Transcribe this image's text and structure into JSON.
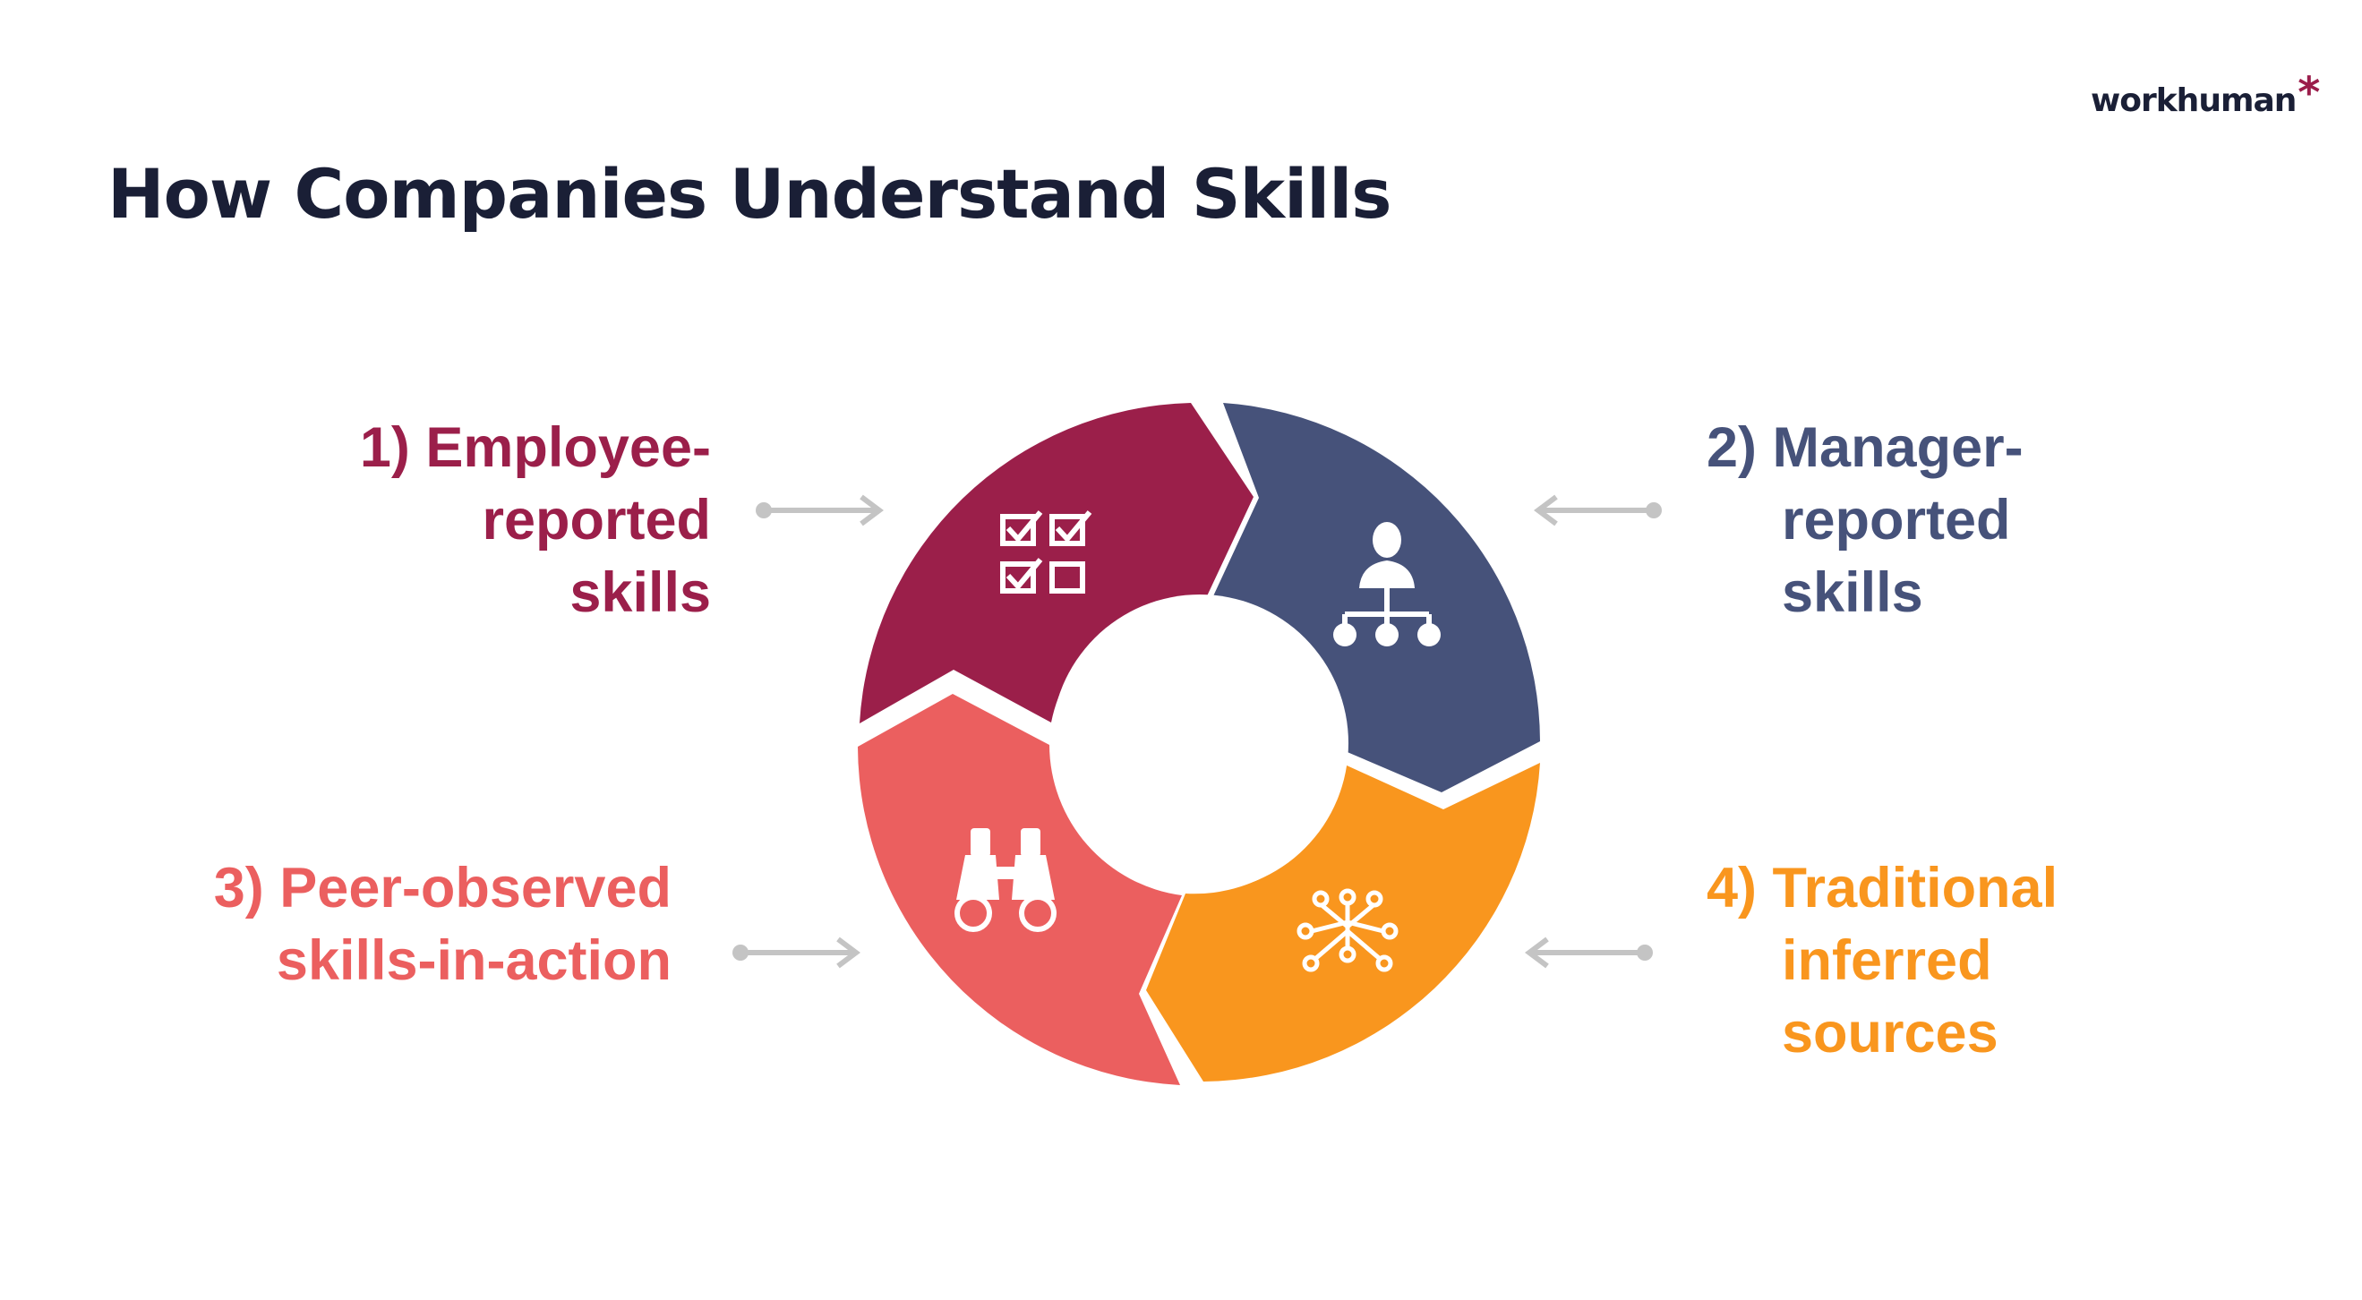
{
  "brand": {
    "logo_text": "workhuman",
    "logo_mark": "*",
    "accent": "#9b1d4b"
  },
  "title": "How Companies Understand Skills",
  "segments": [
    {
      "number": "1)",
      "lines": [
        "Employee-",
        "reported",
        "skills"
      ],
      "color": "#9b1f4a",
      "icon": "checklist-icon"
    },
    {
      "number": "2)",
      "lines": [
        "Manager-",
        "reported",
        "skills"
      ],
      "color": "#46527a",
      "icon": "org-chart-person-icon"
    },
    {
      "number": "3)",
      "lines": [
        "Peer-observed",
        "skills-in-action"
      ],
      "color": "#eb5f5f",
      "icon": "binoculars-icon"
    },
    {
      "number": "4)",
      "lines": [
        "Traditional",
        "inferred",
        "sources"
      ],
      "color": "#f9961e",
      "icon": "network-nodes-icon"
    }
  ],
  "arrow_color": "#c4c4c4"
}
